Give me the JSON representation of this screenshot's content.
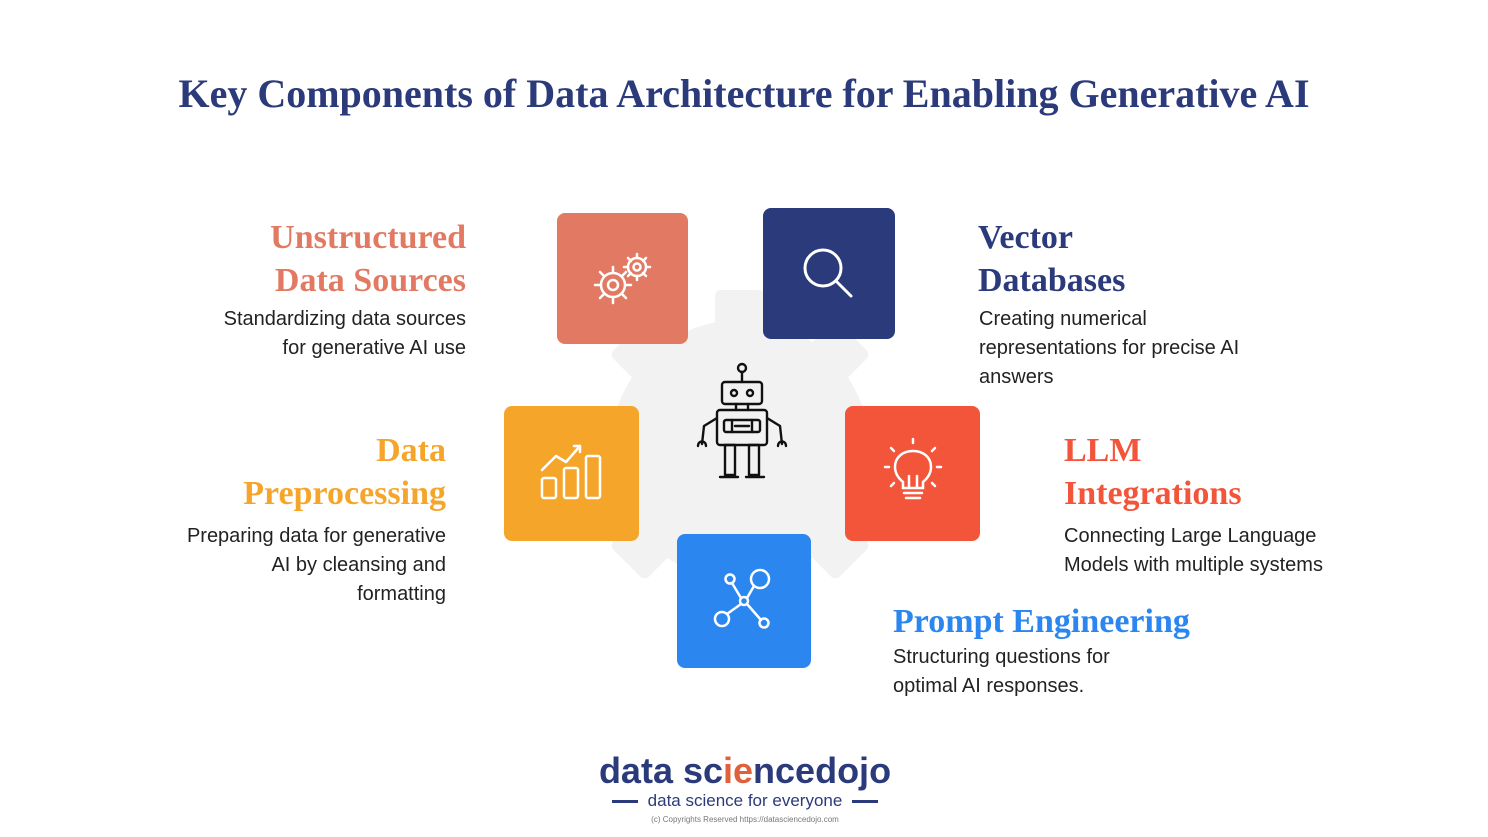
{
  "title": "Key Components of Data Architecture for Enabling Generative AI",
  "colors": {
    "title": "#2b3a7a",
    "unstructured": "#e27a63",
    "vector": "#2b3a7a",
    "preprocessing": "#f5a62a",
    "llm": "#f2553a",
    "prompt": "#2b86f0",
    "gear_bg": "#f2f2f2"
  },
  "components": {
    "unstructured": {
      "title_line1": "Unstructured",
      "title_line2": "Data Sources",
      "desc_line1": "Standardizing data sources",
      "desc_line2": "for generative AI use",
      "icon": "gears-icon"
    },
    "vector": {
      "title_line1": "Vector",
      "title_line2": "Databases",
      "desc_line1": "Creating numerical",
      "desc_line2": "representations for precise AI",
      "desc_line3": "answers",
      "icon": "magnifier-icon"
    },
    "preprocessing": {
      "title_line1": "Data",
      "title_line2": "Preprocessing",
      "desc_line1": "Preparing data for generative",
      "desc_line2": "AI by cleansing and",
      "desc_line3": "formatting",
      "icon": "bar-chart-icon"
    },
    "llm": {
      "title_line1": "LLM",
      "title_line2": "Integrations",
      "desc_line1": "Connecting Large Language",
      "desc_line2": "Models with multiple systems",
      "icon": "lightbulb-icon"
    },
    "prompt": {
      "title": "Prompt Engineering",
      "desc_line1": "Structuring questions for",
      "desc_line2": "optimal AI responses.",
      "icon": "network-icon"
    }
  },
  "center_icon": "robot-icon",
  "logo": {
    "part1": "data sc",
    "part2": "ie",
    "part3": "ncedojo",
    "tagline": "data science for everyone",
    "copyright": "(c) Copyrights Reserved  https://datasciencedojo.com"
  }
}
